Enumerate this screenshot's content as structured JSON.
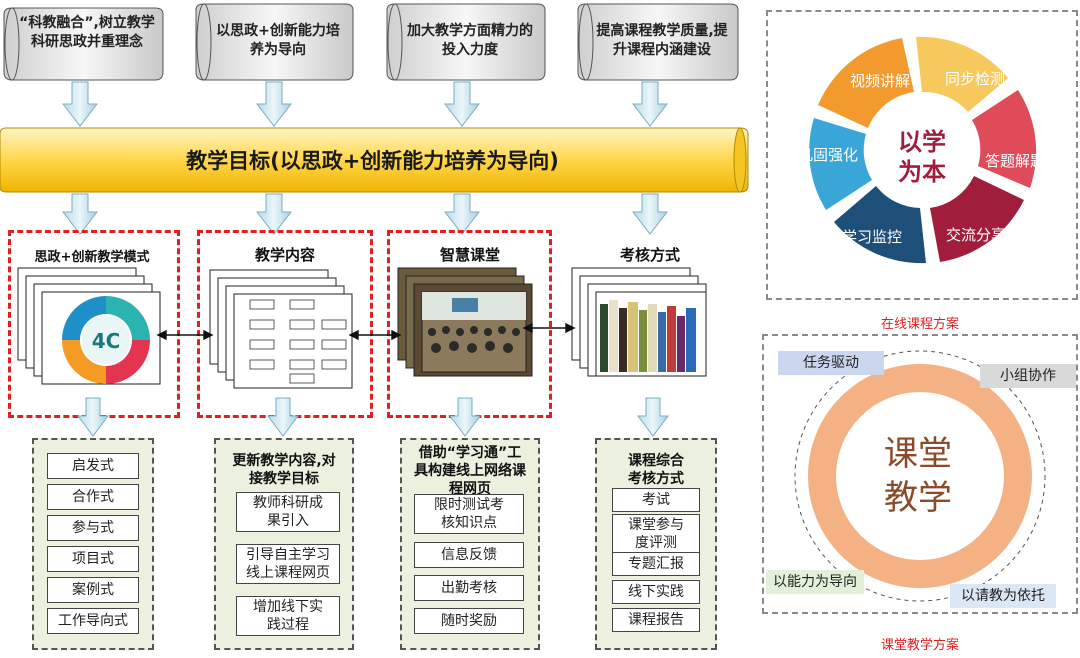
{
  "scrolls": [
    "“科教融合”,树立教学科研思政并重理念",
    "以思政+创新能力培养为导向",
    "加大教学方面精力的投入力度",
    "提高课程教学质量,提升课程内涵建设"
  ],
  "banner": "教学目标(以思政+创新能力培养为导向)",
  "sections": {
    "mode": {
      "title": "思政+创新教学模式",
      "wheel_center": "4C",
      "items": [
        "启发式",
        "合作式",
        "参与式",
        "项目式",
        "案例式",
        "工作导向式"
      ]
    },
    "content": {
      "title": "教学内容",
      "head": "更新教学内容,对接教学目标",
      "items": [
        "教师科研成果引入",
        "引导自主学习线上课程网页",
        "增加线下实践过程"
      ]
    },
    "smart": {
      "title": "智慧课堂",
      "head": "借助“学习通”工具构建线上网络课程网页",
      "items": [
        "限时测试考核知识点",
        "信息反馈",
        "出勤考核",
        "随时奖励"
      ]
    },
    "assess": {
      "title": "考核方式",
      "head": "课程综合考核方式",
      "items": [
        "考试",
        "课堂参与度评测",
        "专题汇报",
        "线下实践",
        "课程报告"
      ]
    }
  },
  "online": {
    "center": "以学为本",
    "segments": [
      {
        "label": "视频讲解",
        "color": "#f39a2e"
      },
      {
        "label": "同步检测",
        "color": "#f7c95c"
      },
      {
        "label": "答题解题",
        "color": "#e04b5a"
      },
      {
        "label": "交流分享",
        "color": "#a01e3c"
      },
      {
        "label": "学习监控",
        "color": "#1d4f79"
      },
      {
        "label": "巩固强化",
        "color": "#3aa6d8"
      }
    ],
    "caption": "在线课程方案"
  },
  "classroom": {
    "center": "课堂教学",
    "tags": [
      "任务驱动",
      "小组协作",
      "以能力为导向",
      "以请教为依托"
    ],
    "caption": "课堂教学方案"
  }
}
